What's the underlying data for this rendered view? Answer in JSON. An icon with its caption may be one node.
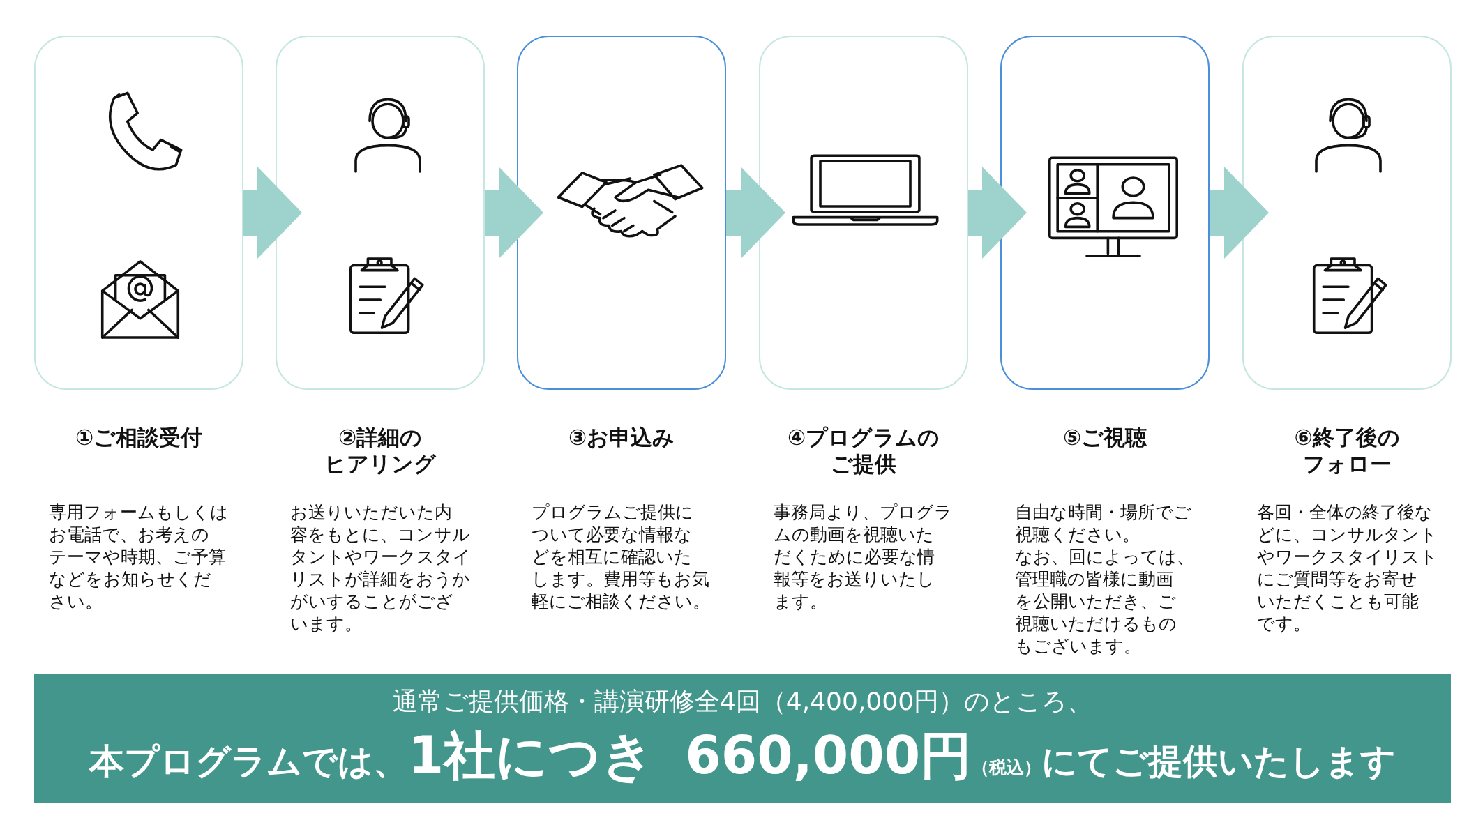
{
  "diagram": {
    "nodes": [
      {
        "text": [
          "①ご相談受付"
        ]
      },
      {
        "text": [
          "②詳細のヒアリング"
        ]
      },
      {
        "text": [
          "③お申込み"
        ]
      },
      {
        "text": [
          "④プログラムのご提供"
        ]
      },
      {
        "text": [
          "⑤ご視聴"
        ]
      },
      {
        "text": [
          "⑥終了後のフォロー"
        ]
      },
      {
        "text": [
          "通常ご提供価格・講演研修全4回（4,400,000円）のところ、",
          "本プログラムでは、",
          "1社につき",
          "660,000円",
          "（税込）",
          "にてご提供いたします"
        ]
      }
    ],
    "edges": [
      {
        "from": 0,
        "to": 1,
        "arrow": "to"
      },
      {
        "from": 1,
        "to": 2,
        "arrow": "to"
      },
      {
        "from": 2,
        "to": 3,
        "arrow": "to"
      },
      {
        "from": 3,
        "to": 4,
        "arrow": "to"
      },
      {
        "from": 4,
        "to": 5,
        "arrow": "to"
      }
    ],
    "labels": [
      "専用フォームもしくはお電話で、お考えのテーマや時期、ご予算などをお知らせください。",
      "お送りいただいた内容をもとに、コンサルタントやワークスタイリストが詳細をおうかがいすることがございます。",
      "プログラムご提供について必要な情報などを相互に確認いたします。費用等もお気軽にご相談ください。",
      "事務局より、プログラムの動画を視聴いただくために必要な情報等をお送りいたします。",
      "自由な時間・場所でご視聴ください。なお、回によっては、管理職の皆様に動画を公開いただき、ご視聴いただけるものもございます。",
      "各回・全体の終了後などに、コンサルタントやワークスタイリストにご質問等をお寄せいただくことも可能です。"
    ]
  }
}
